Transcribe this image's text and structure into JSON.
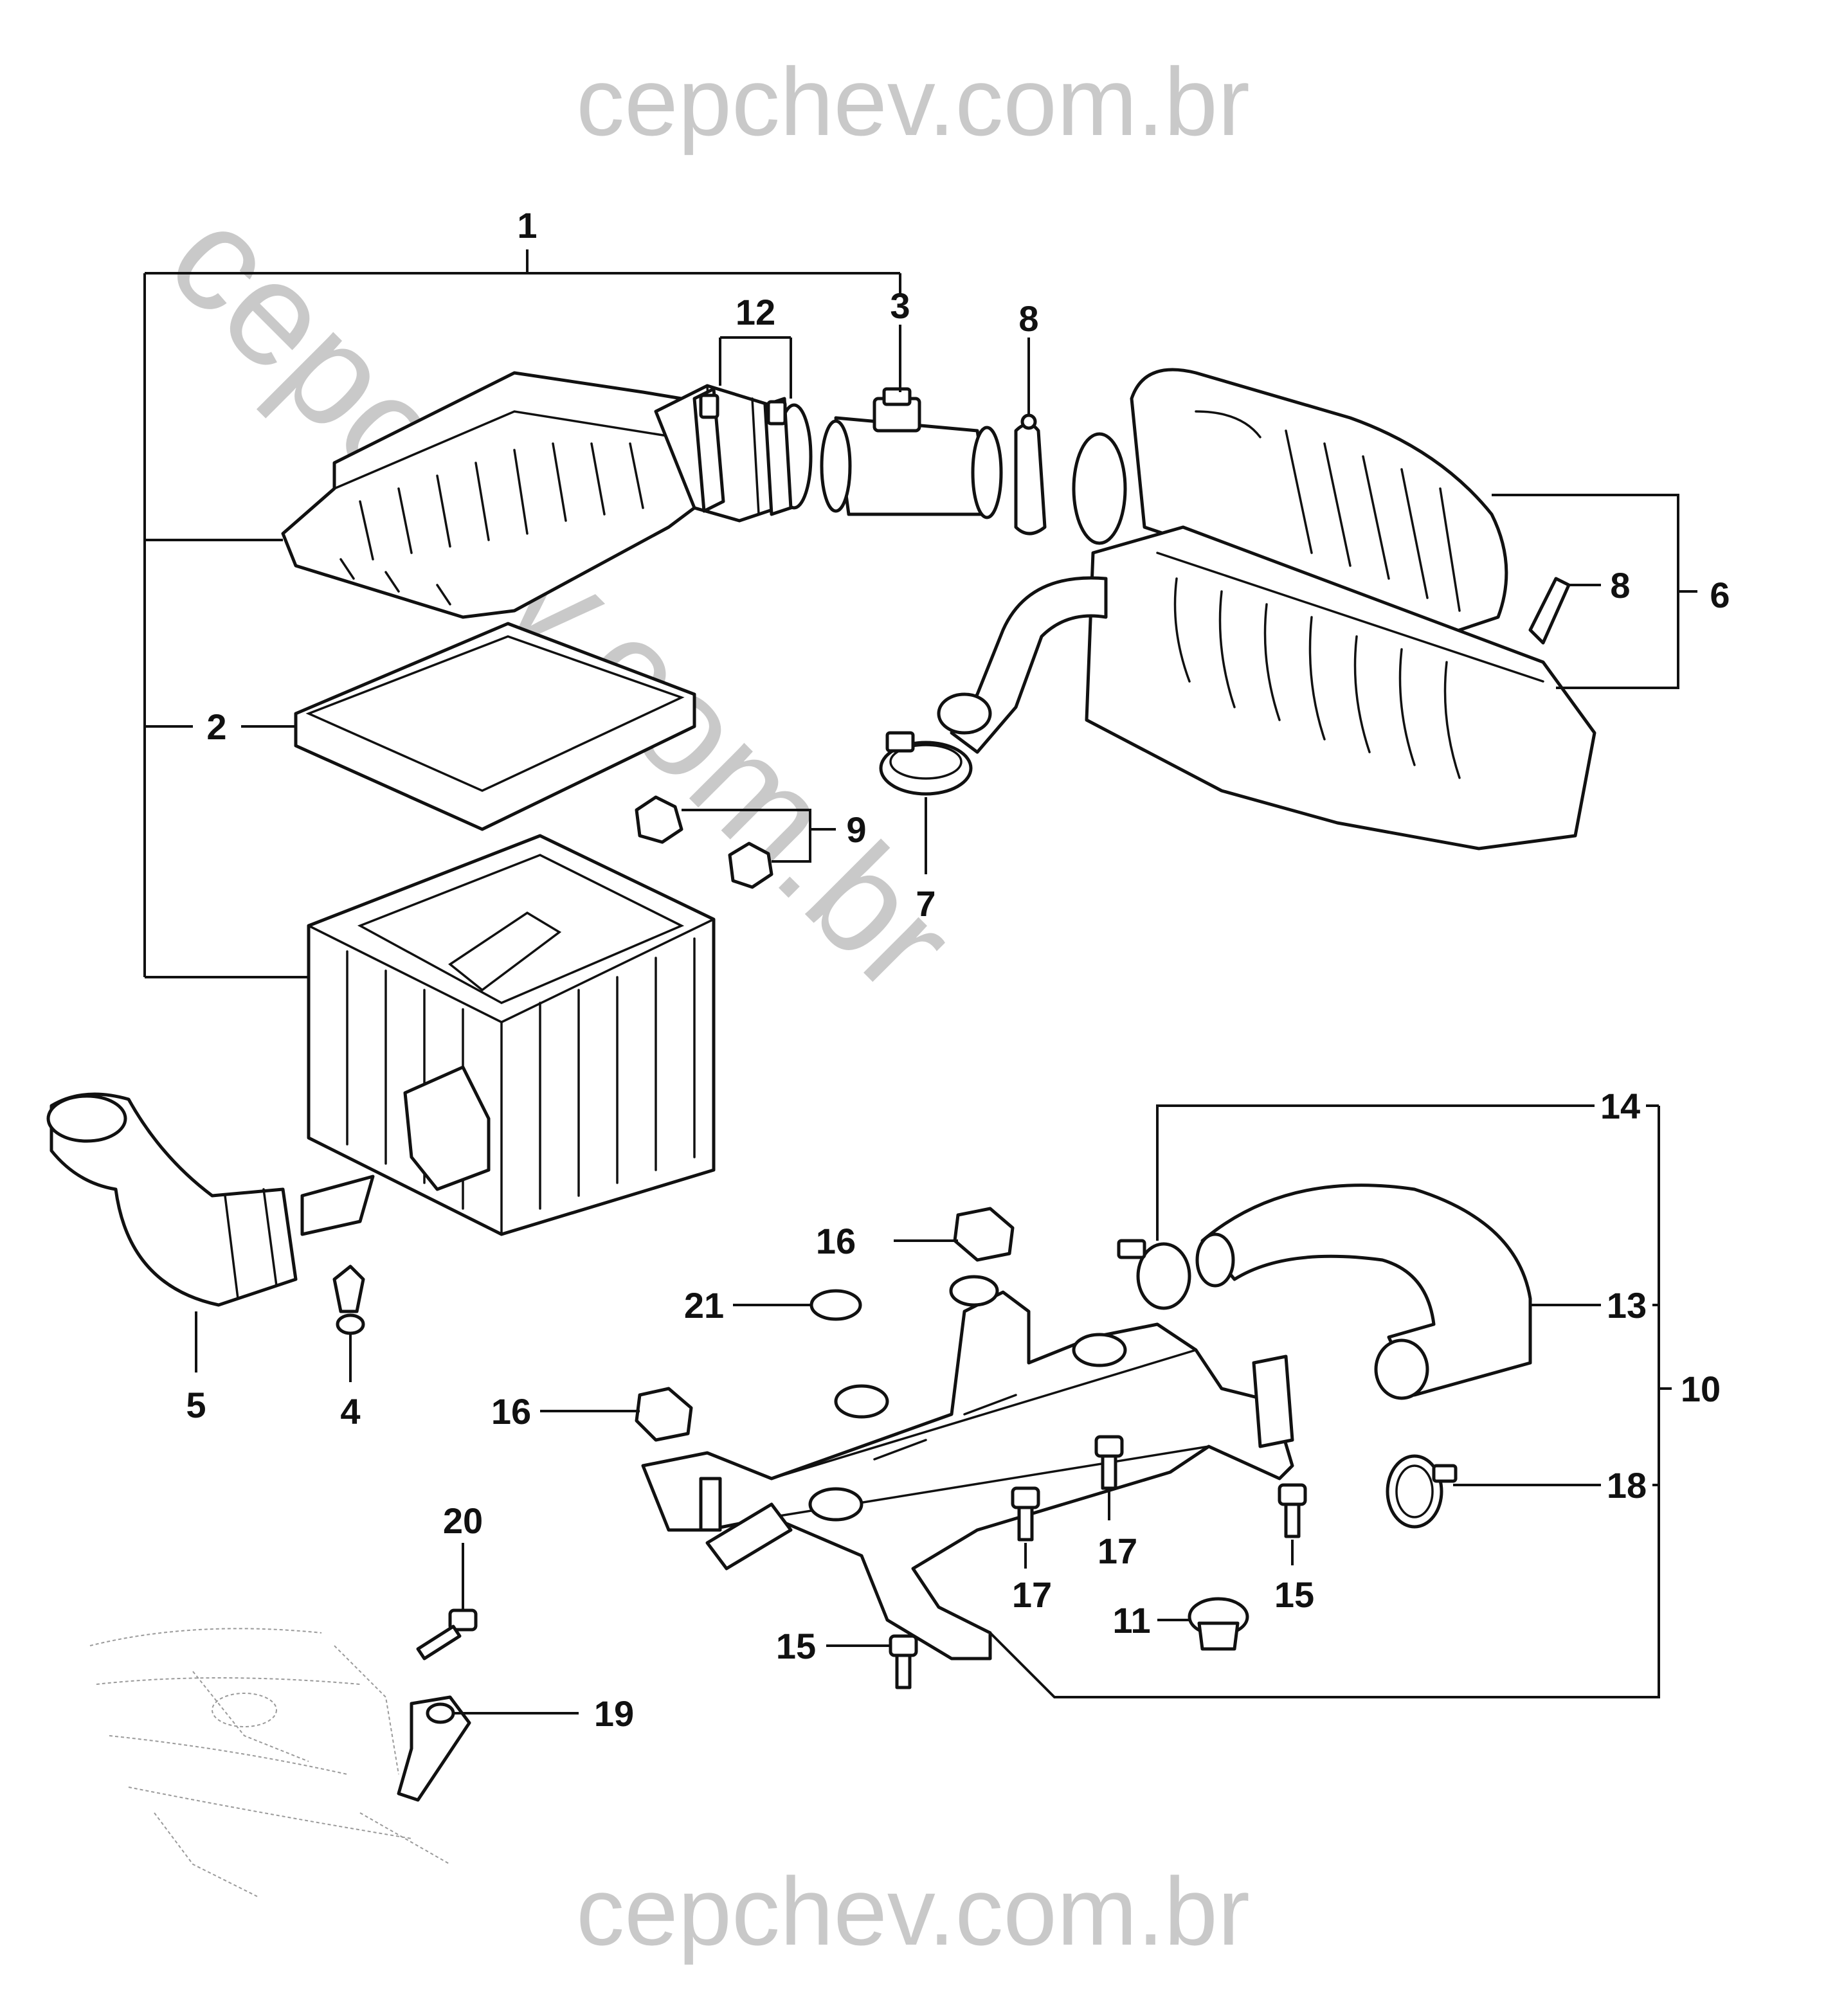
{
  "watermark": {
    "top": "cepchev.com.br",
    "bottom": "cepchev.com.br",
    "diagonal": "cepchev.com.br"
  },
  "callouts": {
    "c1": "1",
    "c2": "2",
    "c3": "3",
    "c4": "4",
    "c5": "5",
    "c6": "6",
    "c7": "7",
    "c8a": "8",
    "c8b": "8",
    "c9": "9",
    "c10": "10",
    "c11": "11",
    "c12": "12",
    "c13": "13",
    "c14": "14",
    "c15a": "15",
    "c15b": "15",
    "c16a": "16",
    "c16b": "16",
    "c17a": "17",
    "c17b": "17",
    "c18": "18",
    "c19": "19",
    "c20": "20",
    "c21": "21"
  },
  "colors": {
    "line": "#111111",
    "watermark": "#c9c9c9",
    "background": "#ffffff"
  }
}
